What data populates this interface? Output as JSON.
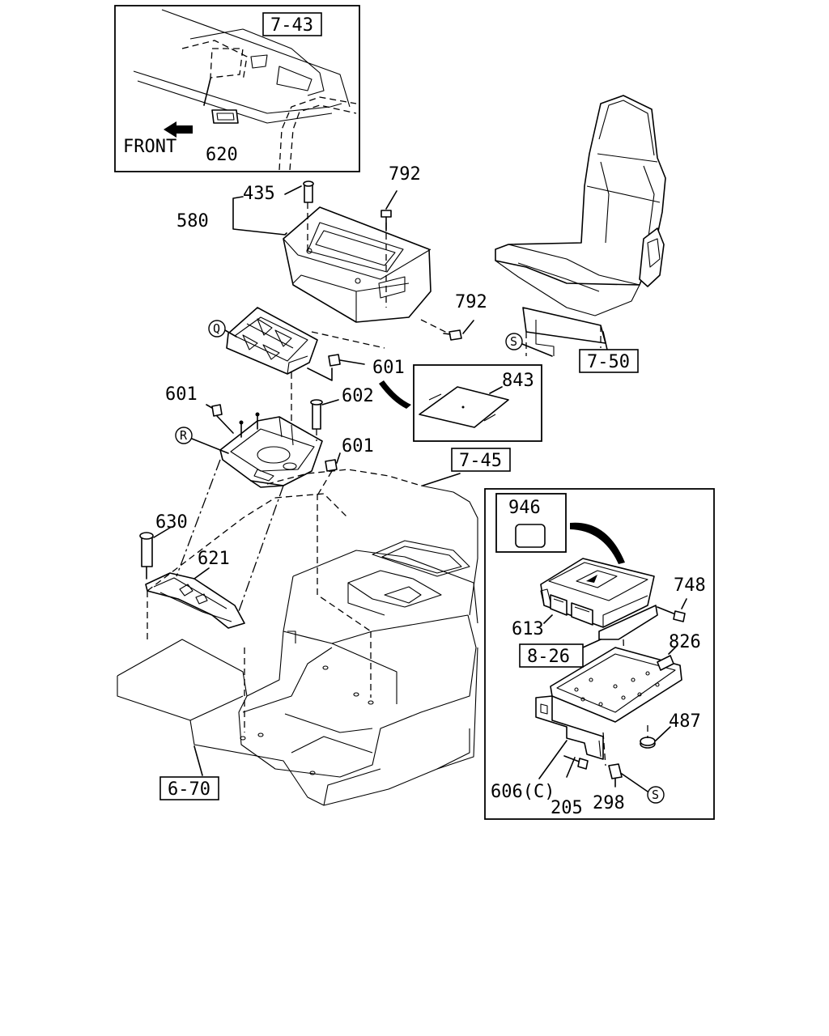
{
  "callouts": {
    "l435": "435",
    "l580": "580",
    "l792a": "792",
    "l792b": "792",
    "l601a": "601",
    "l601b": "601",
    "l601c": "601",
    "l602": "602",
    "l620": "620",
    "l630": "630",
    "l621": "621",
    "l843": "843",
    "l946": "946",
    "l748": "748",
    "l613": "613",
    "l826": "826",
    "l487": "487",
    "l606": "606(C)",
    "l205": "205",
    "l298": "298"
  },
  "references": {
    "r743": "7-43",
    "r750": "7-50",
    "r745": "7-45",
    "r826ref": "8-26",
    "r670": "6-70"
  },
  "circled_letters": {
    "q": "Q",
    "r": "R",
    "s1": "S",
    "s2": "S"
  },
  "inset": {
    "front_label": "FRONT"
  }
}
